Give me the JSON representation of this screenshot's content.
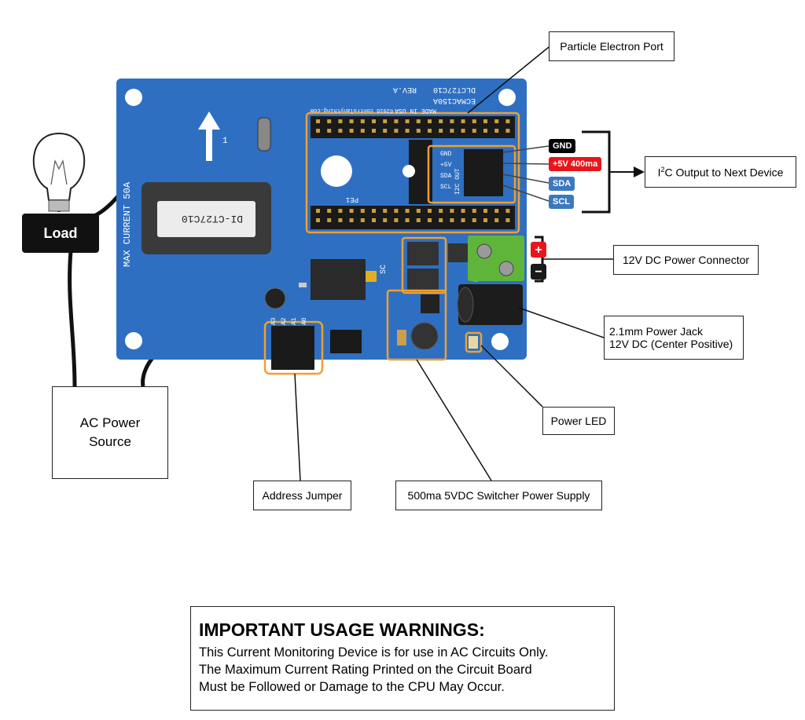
{
  "labels": {
    "particle_port": "Particle Electron Port",
    "i2c_output": {
      "prefix": "I",
      "superscript": "2",
      "suffix": "C Output to Next Device"
    },
    "power_connector": "12V DC Power Connector",
    "power_jack_line1": "2.1mm Power Jack",
    "power_jack_line2": "12V DC (Center Positive)",
    "power_led": "Power LED",
    "switcher": "500ma 5VDC Switcher Power Supply",
    "address_jumper": "Address Jumper",
    "ac_source_line1": "AC Power",
    "ac_source_line2": "Source",
    "load": "Load"
  },
  "i2c_pins": [
    {
      "label": "GND",
      "color": "#000000"
    },
    {
      "label": "+5V 400ma",
      "color": "#e8161b"
    },
    {
      "label": "SDA",
      "color": "#3b78bd"
    },
    {
      "label": "SCL",
      "color": "#3b78bd"
    }
  ],
  "terminal_signs": {
    "plus": "+",
    "minus": "−"
  },
  "board_silkscreen": {
    "model": "DLCT27C10",
    "company": "ECMAC150A",
    "rev": "REV.A",
    "made_in": "MADE IN USA",
    "url": "©2016 controlanything.com",
    "max_current": "MAX CURRENT 50A",
    "ct_label": "DI-CT27C10",
    "arrow_num": "1",
    "pe1": "PE1",
    "i2c_header": "I2C OUT",
    "i2c_pin_labels": [
      "GND",
      "+5V",
      "SDA",
      "SCL"
    ],
    "sc": "SC",
    "addr_labels": [
      "A3",
      "A2",
      "A1",
      "A0"
    ]
  },
  "warning": {
    "title": "IMPORTANT USAGE WARNINGS:",
    "lines": [
      "This Current Monitoring Device is for use in AC Circuits Only.",
      "The Maximum Current Rating Printed on the Circuit Board",
      "Must be Followed or Damage to the CPU May Occur."
    ]
  },
  "colors": {
    "board": "#2e6fc2",
    "highlight": "#f0a030",
    "header": "#1a1a1a",
    "terminal": "#5fb53a"
  }
}
